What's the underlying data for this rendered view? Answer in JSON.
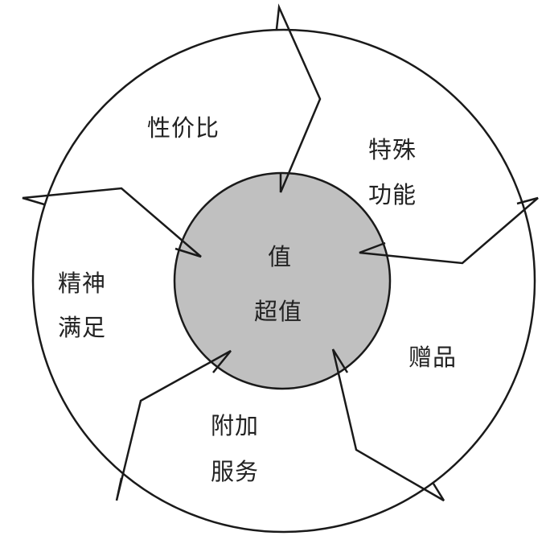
{
  "center": {
    "line1": "值",
    "line2": "超值"
  },
  "segments": [
    {
      "id": "price-performance",
      "lines": [
        "性价比"
      ]
    },
    {
      "id": "special-function",
      "lines": [
        "特殊",
        "功能"
      ]
    },
    {
      "id": "gifts",
      "lines": [
        "赠品"
      ]
    },
    {
      "id": "added-service",
      "lines": [
        "附加",
        "服务"
      ]
    },
    {
      "id": "spiritual-satisfaction",
      "lines": [
        "精神",
        "满足"
      ]
    }
  ],
  "colors": {
    "inner_fill": "#c0c0c0",
    "stroke": "#1a1a1a",
    "background": "#ffffff"
  }
}
